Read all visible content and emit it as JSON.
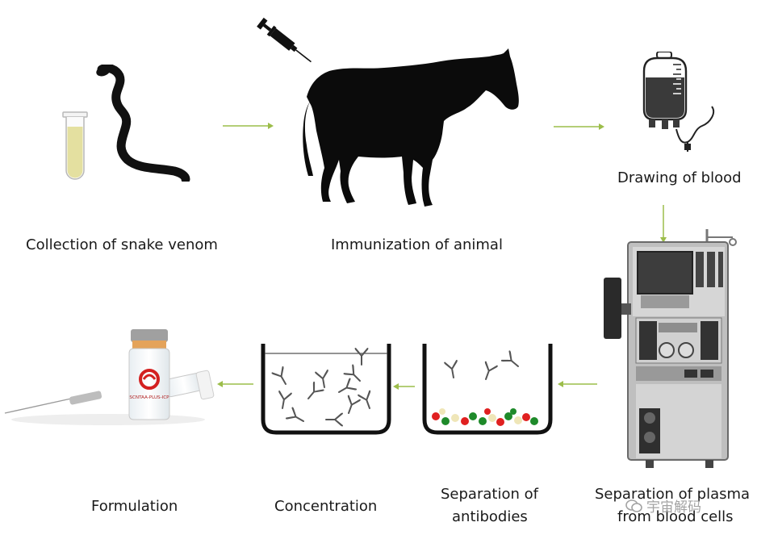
{
  "steps": {
    "venom": "Collection of snake venom",
    "immunization": "Immunization of animal",
    "drawing": "Drawing of blood",
    "plasma_line1": "Separation of plasma",
    "plasma_line2": "from blood cells",
    "antibodies_line1": "Separation of",
    "antibodies_line2": "antibodies",
    "concentration": "Concentration",
    "formulation": "Formulation"
  },
  "vial_text": "SCNTAA-PLUS-ICP",
  "watermark": "宇宙解码",
  "colors": {
    "arrow": "#9cbd4a",
    "venom": "#e4e0a0",
    "bead_red": "#e02020",
    "bead_green": "#1e8a2a",
    "bead_cream": "#efe6b8"
  },
  "icons": [
    "test-tube-icon",
    "snake-icon",
    "syringe-icon",
    "horse-icon",
    "blood-bag-icon",
    "plasma-machine-icon",
    "antibody-icon",
    "vial-icon"
  ]
}
